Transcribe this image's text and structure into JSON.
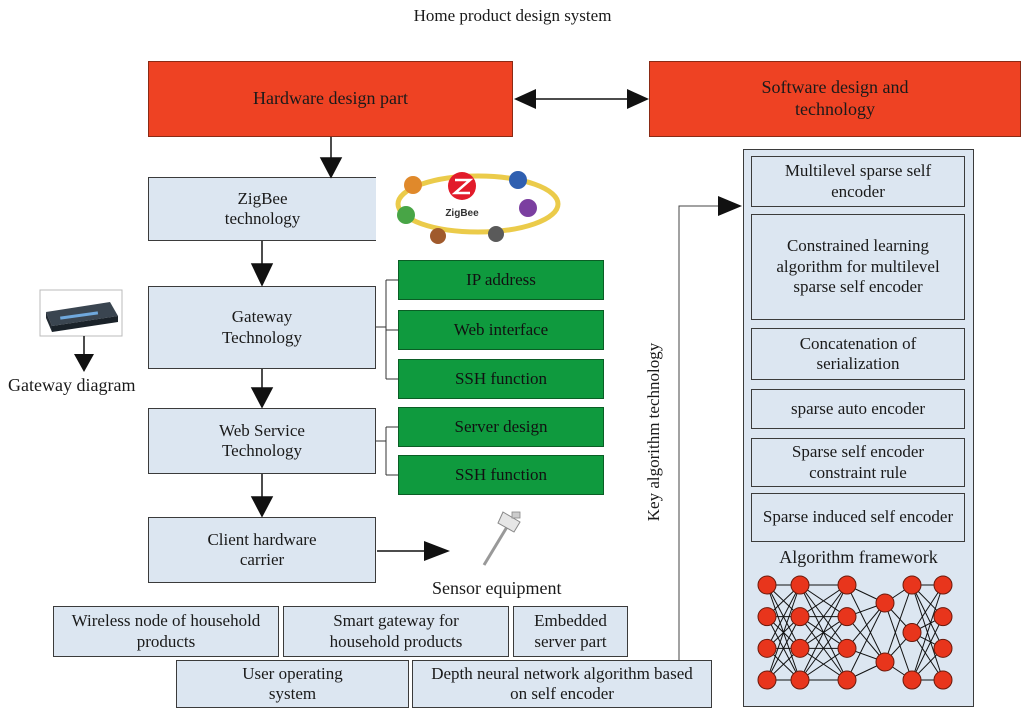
{
  "title": "Home product design system",
  "top": {
    "hardware": "Hardware design part",
    "software": "Software design and technology"
  },
  "left_column": {
    "zigbee": "ZigBee technology",
    "gateway": "Gateway Technology",
    "web_service": "Web Service Technology",
    "client": "Client hardware carrier"
  },
  "gateway_features": [
    "IP address",
    "Web interface",
    "SSH function"
  ],
  "web_features": [
    "Server design",
    "SSH function"
  ],
  "labels": {
    "gateway_diagram": "Gateway diagram",
    "sensor_equipment": "Sensor equipment",
    "key_algorithm": "Key algorithm technology",
    "zigbee_logo_text": "ZigBee"
  },
  "bottom_row1": [
    "Wireless node of household products",
    "Smart gateway for household products",
    "Embedded server part"
  ],
  "bottom_row2": [
    "User operating system",
    "Depth neural network algorithm based on self encoder"
  ],
  "algorithm_items": [
    "Multilevel sparse self encoder",
    "Constrained learning algorithm for multilevel sparse self encoder",
    "Concatenation of serialization",
    "sparse auto encoder",
    "Sparse self encoder constraint rule",
    "Sparse induced self encoder"
  ],
  "framework": {
    "label": "Algorithm framework",
    "layers": [
      4,
      4,
      4,
      2,
      3,
      4
    ],
    "node_color": "#e8351c"
  },
  "colors": {
    "red": "#ee4223",
    "green": "#0f9a3e",
    "blue": "#dce6f1"
  }
}
